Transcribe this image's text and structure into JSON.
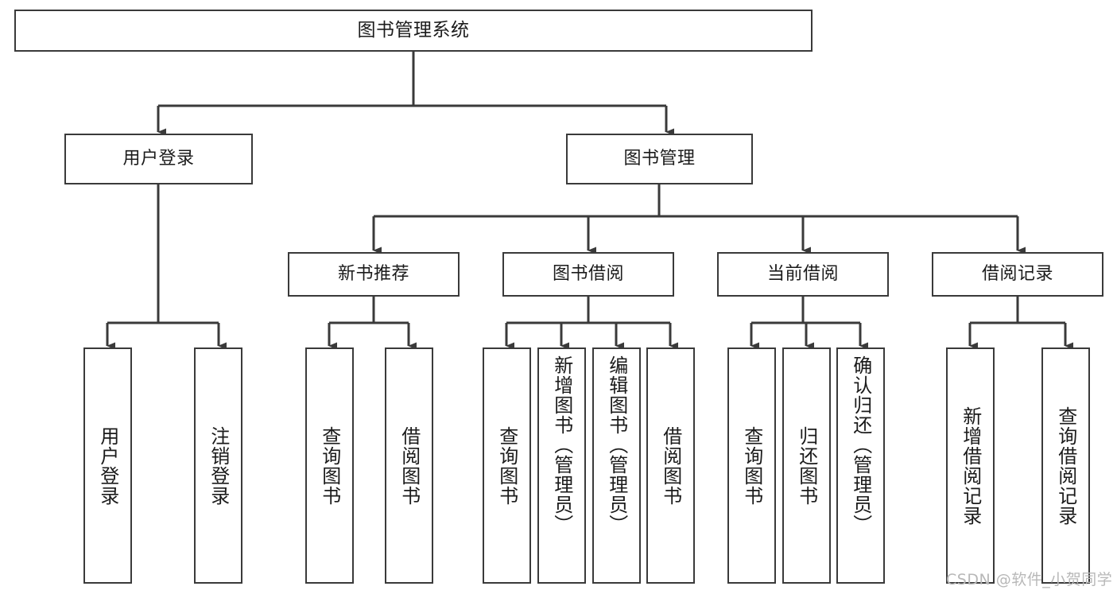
{
  "diagram": {
    "type": "tree-hierarchy-chart",
    "title": "图书管理系统",
    "orientation": "top-down",
    "colors": {
      "stroke": "#3a3a3a",
      "fill": "#ffffff",
      "text": "#1b1b1b",
      "watermark": "#b8b8b8"
    },
    "root": {
      "label": "图书管理系统"
    },
    "level2": [
      {
        "label": "用户登录"
      },
      {
        "label": "图书管理"
      }
    ],
    "level3": [
      {
        "label": "新书推荐"
      },
      {
        "label": "图书借阅"
      },
      {
        "label": "当前借阅"
      },
      {
        "label": "借阅记录"
      }
    ],
    "leaves": {
      "user_login": [
        {
          "label": "用户登录"
        },
        {
          "label": "注销登录"
        }
      ],
      "new_book_recommend": [
        {
          "label": "查询图书"
        },
        {
          "label": "借阅图书"
        }
      ],
      "book_borrow": [
        {
          "label": "查询图书"
        },
        {
          "label": "新增图书（管理员）"
        },
        {
          "label": "编辑图书（管理员）"
        },
        {
          "label": "借阅图书"
        }
      ],
      "current_borrow": [
        {
          "label": "查询图书"
        },
        {
          "label": "归还图书"
        },
        {
          "label": "确认归还（管理员）"
        }
      ],
      "borrow_record": [
        {
          "label": "新增借阅记录"
        },
        {
          "label": "查询借阅记录"
        }
      ]
    }
  },
  "watermark": {
    "text": "CSDN @软件_小贺同学"
  }
}
